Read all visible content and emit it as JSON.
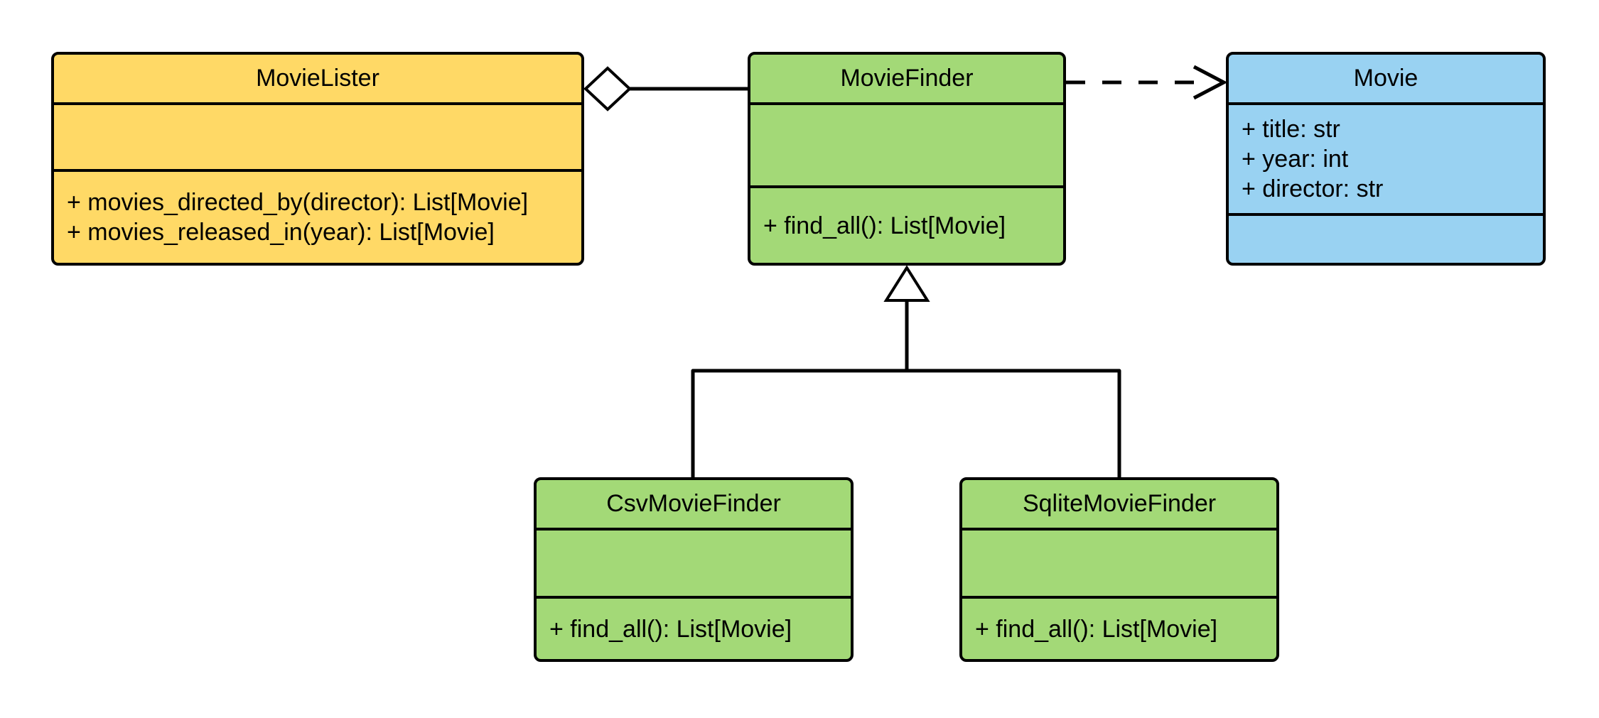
{
  "diagram": {
    "kind": "uml-class-diagram",
    "background_color": "#FFFFFF",
    "line_color": "#000000",
    "text_color": "#000000",
    "classes": [
      {
        "name": "MovieLister",
        "fill": "#FFD966",
        "attributes": [],
        "methods": [
          "+ movies_directed_by(director): List[Movie]",
          "+ movies_released_in(year): List[Movie]"
        ]
      },
      {
        "name": "MovieFinder",
        "fill": "#A3D977",
        "attributes": [],
        "methods": [
          "+ find_all(): List[Movie]"
        ]
      },
      {
        "name": "Movie",
        "fill": "#99D2F2",
        "attributes": [
          "+ title: str",
          "+ year: int",
          "+ director: str"
        ],
        "methods": []
      },
      {
        "name": "CsvMovieFinder",
        "fill": "#A3D977",
        "attributes": [],
        "methods": [
          "+ find_all(): List[Movie]"
        ]
      },
      {
        "name": "SqliteMovieFinder",
        "fill": "#A3D977",
        "attributes": [],
        "methods": [
          "+ find_all(): List[Movie]"
        ]
      }
    ],
    "relationships": [
      {
        "type": "aggregation",
        "from": "MovieLister",
        "to": "MovieFinder",
        "marker": "hollow-diamond",
        "line_style": "solid"
      },
      {
        "type": "dependency",
        "from": "MovieFinder",
        "to": "Movie",
        "marker": "open-arrow",
        "line_style": "dashed"
      },
      {
        "type": "generalization",
        "from": "CsvMovieFinder",
        "to": "MovieFinder",
        "marker": "hollow-triangle",
        "line_style": "solid"
      },
      {
        "type": "generalization",
        "from": "SqliteMovieFinder",
        "to": "MovieFinder",
        "marker": "hollow-triangle",
        "line_style": "solid"
      }
    ]
  }
}
